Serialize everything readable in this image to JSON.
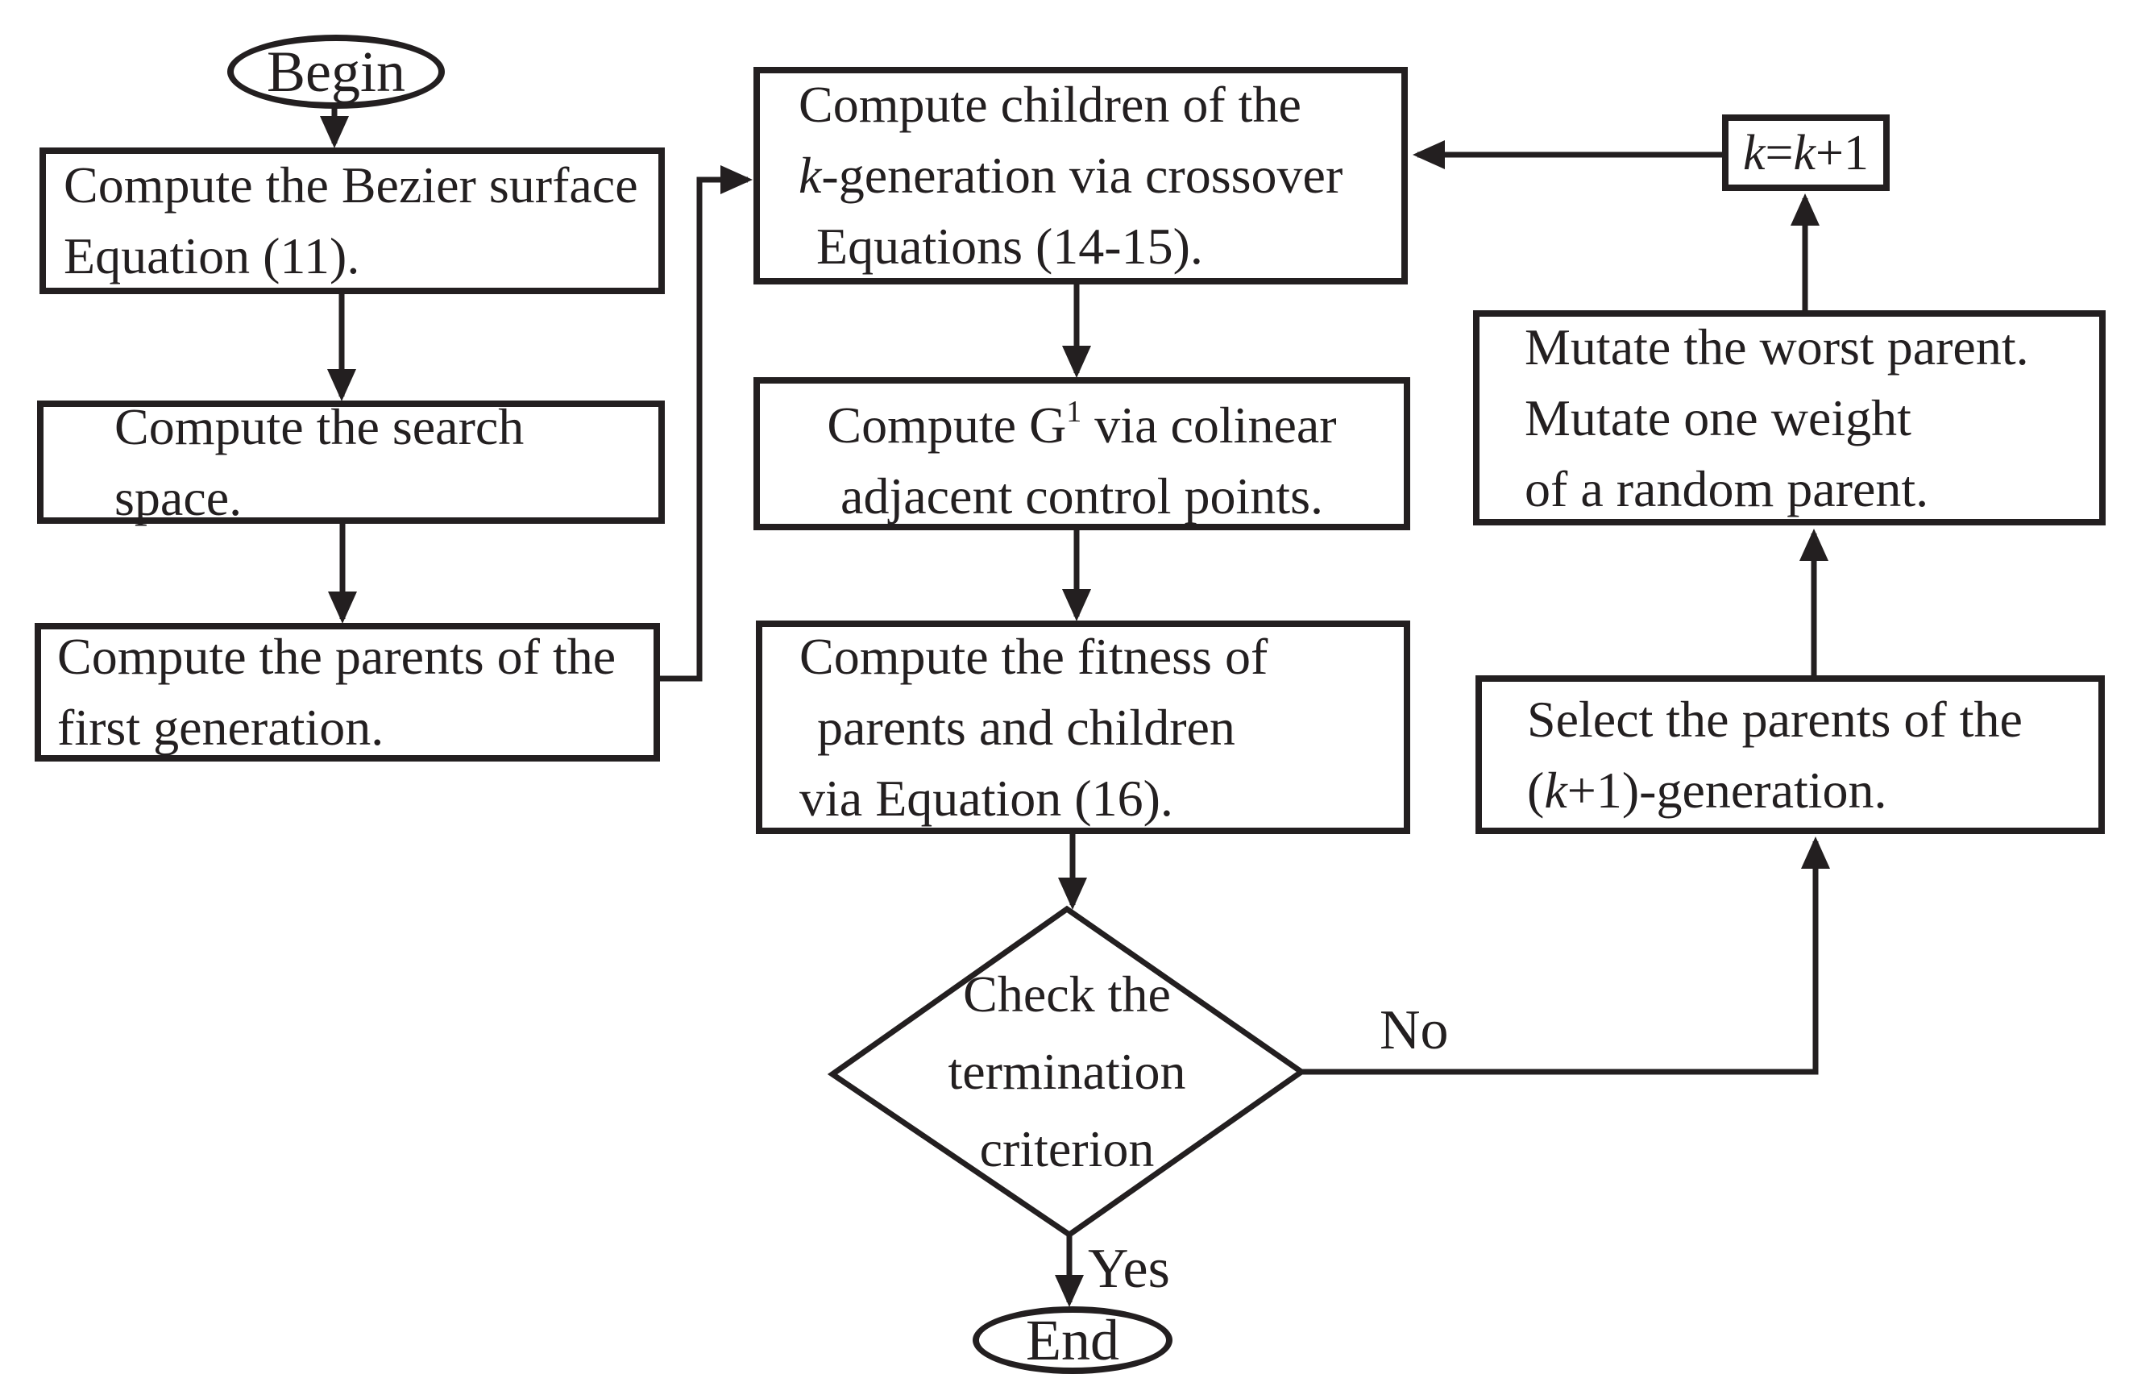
{
  "diagram": {
    "colors": {
      "ink": "#231f20",
      "background": "#ffffff"
    },
    "nodes": {
      "begin": {
        "label": "Begin"
      },
      "bezier": {
        "line1": "Compute the Bezier surface",
        "line2": "Equation (11)."
      },
      "search": {
        "line1": "Compute the search",
        "line2": "space."
      },
      "first_parents": {
        "line1": "Compute the parents of the",
        "line2": "first generation."
      },
      "children": {
        "line1": "Compute children of the",
        "line2_k": "k",
        "line2_rest": "-generation via crossover",
        "line3": "Equations (14-15)."
      },
      "g1": {
        "line1_pre": "Compute G",
        "line1_sup": "1",
        "line1_post": " via colinear",
        "line2": "adjacent control points."
      },
      "fitness": {
        "line1": "Compute the fitness of",
        "line2": "parents and children",
        "line3": "via Equation (16)."
      },
      "decision": {
        "line1": "Check the",
        "line2": "termination",
        "line3": "criterion"
      },
      "kinc": {
        "p1": "k",
        "p2": "=",
        "p3": "k",
        "p4": "+1"
      },
      "mutate": {
        "line1": "Mutate the worst parent.",
        "line2": "Mutate one weight",
        "line3": "of a random parent."
      },
      "select": {
        "line1": "Select the parents of the",
        "line2_pre": "(",
        "line2_k": "k",
        "line2_post": "+1)-generation."
      },
      "end": {
        "label": "End"
      }
    },
    "edge_labels": {
      "yes": "Yes",
      "no": "No"
    }
  }
}
